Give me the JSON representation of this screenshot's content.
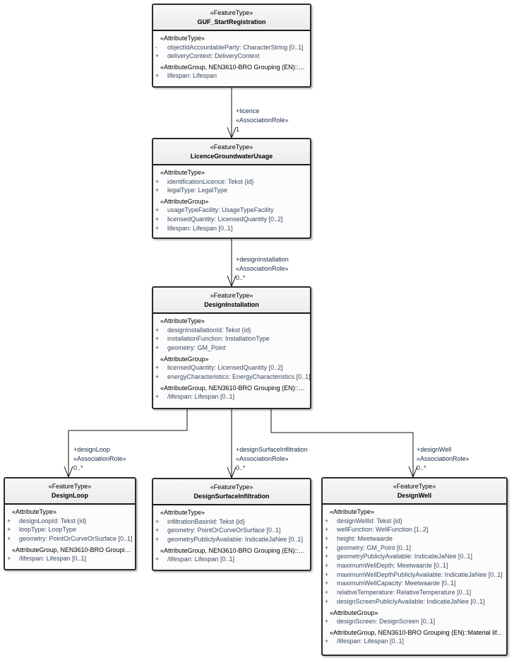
{
  "boxes": [
    {
      "id": "guf",
      "stereotype": "«FeatureType»",
      "name": "GUF_StartRegistration",
      "sections": [
        {
          "title": "«AttributeType»",
          "attrs": [
            {
              "vis": "-",
              "text": "objectIdAccountableParty: CharacterString [0..1]"
            },
            {
              "vis": "+",
              "text": "deliveryContext: DeliveryContext"
            }
          ]
        },
        {
          "title": "«AttributeGroup, NEN3610-BRO Grouping (EN)::M...",
          "attrs": [
            {
              "vis": "+",
              "text": "lifespan: Lifespan"
            }
          ]
        }
      ]
    },
    {
      "id": "licence",
      "stereotype": "«FeatureType»",
      "name": "LicenceGroundwaterUsage",
      "sections": [
        {
          "title": "«AttributeType»",
          "attrs": [
            {
              "vis": "+",
              "text": "identificationLicence: Tekst {id}"
            },
            {
              "vis": "+",
              "text": "legalType: LegalType"
            }
          ]
        },
        {
          "title": "«AttributeGroup»",
          "attrs": [
            {
              "vis": "+",
              "text": "usageTypeFacility: UsageTypeFacility"
            },
            {
              "vis": "+",
              "text": "licensedQuantity: LicensedQuantity [0..2]"
            },
            {
              "vis": "+",
              "text": "lifespan: Lifespan [0..1]"
            }
          ]
        }
      ]
    },
    {
      "id": "install",
      "stereotype": "«FeatureType»",
      "name": "DesignInstallation",
      "sections": [
        {
          "title": "«AttributeType»",
          "attrs": [
            {
              "vis": "+",
              "text": "designInstallationId: Tekst {id}"
            },
            {
              "vis": "+",
              "text": "installationFunction: InstallationType"
            },
            {
              "vis": "+",
              "text": "geometry: GM_Point"
            }
          ]
        },
        {
          "title": "«AttributeGroup»",
          "attrs": [
            {
              "vis": "+",
              "text": "licensedQuantity: LicensedQuantity [0..2]"
            },
            {
              "vis": "+",
              "text": "energyCharacteristics: EnergyCharacteristics [0..1]"
            }
          ]
        },
        {
          "title": "«AttributeGroup, NEN3610-BRO Grouping (EN)::M...",
          "attrs": [
            {
              "vis": "+",
              "text": "/lifespan: Lifespan [0..1]"
            }
          ]
        }
      ]
    },
    {
      "id": "loop",
      "stereotype": "«FeatureType»",
      "name": "DesignLoop",
      "sections": [
        {
          "title": "«AttributeType»",
          "attrs": [
            {
              "vis": "+",
              "text": "designLoopId: Tekst {id}"
            },
            {
              "vis": "+",
              "text": "loopType: LoopType"
            },
            {
              "vis": "+",
              "text": "geometry: PointOrCurveOrSurface [0..1]"
            }
          ]
        },
        {
          "title": "«AttributeGroup, NEN3610-BRO Groupin...",
          "attrs": [
            {
              "vis": "+",
              "text": "/lifespan: Lifespan [0..1]"
            }
          ]
        }
      ]
    },
    {
      "id": "surf",
      "stereotype": "«FeatureType»",
      "name": "DesignSurfaceInfiltration",
      "sections": [
        {
          "title": "«AttributeType»",
          "attrs": [
            {
              "vis": "+",
              "text": "infiltrationBasinId: Tekst {id}"
            },
            {
              "vis": "+",
              "text": "geometry: PointOrCurveOrSurface [0..1]"
            },
            {
              "vis": "+",
              "text": "geometryPubliclyAvailable: IndicatieJaNee [0..1]"
            }
          ]
        },
        {
          "title": "«AttributeGroup, NEN3610-BRO Grouping (EN)::M...",
          "attrs": [
            {
              "vis": "+",
              "text": "/lifespan: Lifespan [0..1]"
            }
          ]
        }
      ]
    },
    {
      "id": "well",
      "stereotype": "«FeatureType»",
      "name": "DesignWell",
      "sections": [
        {
          "title": "«AttributeType»",
          "attrs": [
            {
              "vis": "+",
              "text": "designWellId: Tekst {id}"
            },
            {
              "vis": "+",
              "text": "wellFunction: WellFunction [1..2]"
            },
            {
              "vis": "+",
              "text": "height: Meetwaarde"
            },
            {
              "vis": "+",
              "text": "geometry: GM_Point [0..1]"
            },
            {
              "vis": "+",
              "text": "geometryPubliclyAvailable: IndicatieJaNee [0..1]"
            },
            {
              "vis": "+",
              "text": "maximumWellDepth: Meetwaarde [0..1]"
            },
            {
              "vis": "+",
              "text": "maximumWellDepthPubliclyAvailable: IndicatieJaNee [0..1]"
            },
            {
              "vis": "+",
              "text": "maximumWellCapacity: Meetwaarde [0..1]"
            },
            {
              "vis": "+",
              "text": "relativeTemperature: RelativeTemperature [0..1]"
            },
            {
              "vis": "+",
              "text": "designScreenPubliclyAvailable: IndicatieJaNee [0..1]"
            }
          ]
        },
        {
          "title": "«AttributeGroup»",
          "attrs": [
            {
              "vis": "+",
              "text": "designScreen: DesignScreen [0..1]"
            }
          ]
        },
        {
          "title": "«AttributeGroup, NEN3610-BRO Grouping (EN)::Material lif...",
          "attrs": [
            {
              "vis": "+",
              "text": "/lifespan: Lifespan [0..1]"
            }
          ]
        }
      ]
    }
  ],
  "associations": [
    {
      "id": "a1",
      "role": "+licence",
      "stereotype": "«AssociationRole»",
      "multiplicity": "1"
    },
    {
      "id": "a2",
      "role": "+designInstallation",
      "stereotype": "«AssociationRole»",
      "multiplicity": "0..*"
    },
    {
      "id": "a3",
      "role": "+designLoop",
      "stereotype": "«AssociationRole»",
      "multiplicity": "0..*"
    },
    {
      "id": "a4",
      "role": "+designSurfaceInfiltration",
      "stereotype": "«AssociationRole»",
      "multiplicity": "0..*"
    },
    {
      "id": "a5",
      "role": "+designWell",
      "stereotype": "«AssociationRole»",
      "multiplicity": "0..*"
    }
  ]
}
